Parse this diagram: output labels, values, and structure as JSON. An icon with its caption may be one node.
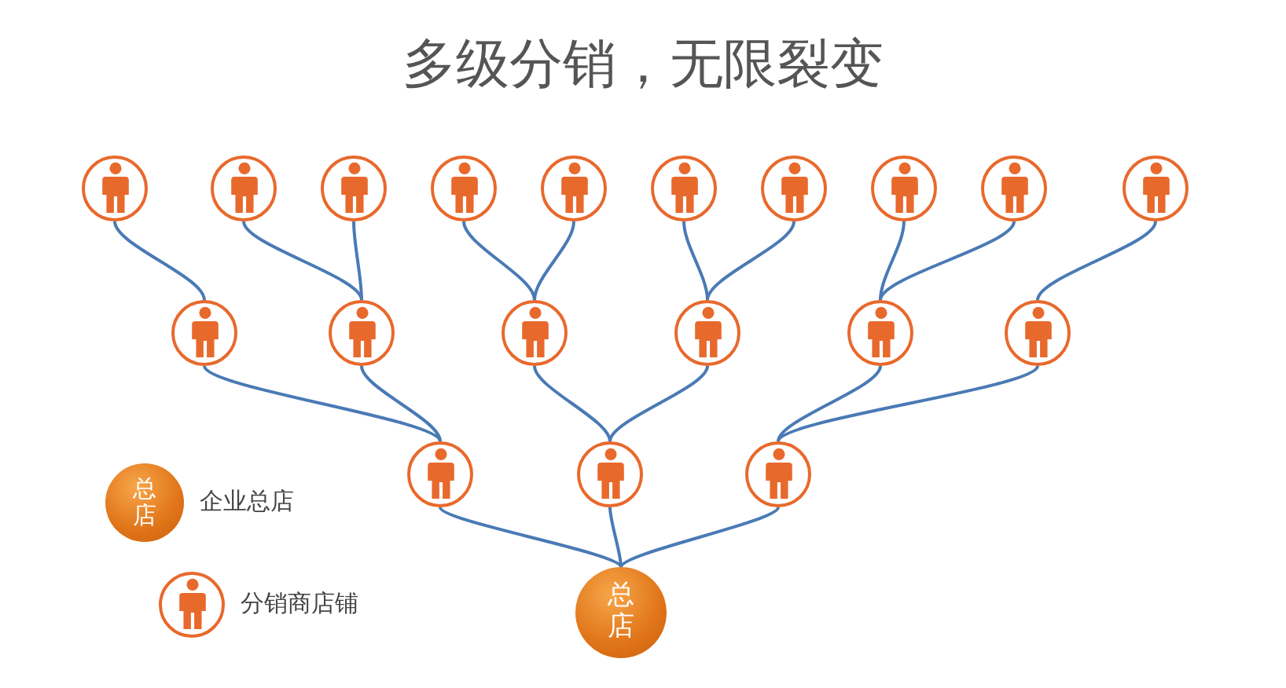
{
  "diagram": {
    "title": "多级分销，无限裂变",
    "nodes": [
      {
        "text": [
          "总店"
        ]
      },
      {
        "text": [],
        "shape": "person"
      },
      {
        "text": [],
        "shape": "person"
      },
      {
        "text": [],
        "shape": "person"
      },
      {
        "text": [],
        "shape": "person"
      },
      {
        "text": [],
        "shape": "person"
      },
      {
        "text": [],
        "shape": "person"
      },
      {
        "text": [],
        "shape": "person"
      },
      {
        "text": [],
        "shape": "person"
      },
      {
        "text": [],
        "shape": "person"
      },
      {
        "text": [],
        "shape": "person"
      },
      {
        "text": [],
        "shape": "person"
      },
      {
        "text": [],
        "shape": "person"
      },
      {
        "text": [],
        "shape": "person"
      },
      {
        "text": [],
        "shape": "person"
      },
      {
        "text": [],
        "shape": "person"
      },
      {
        "text": [],
        "shape": "person"
      },
      {
        "text": [],
        "shape": "person"
      },
      {
        "text": [],
        "shape": "person"
      },
      {
        "text": [],
        "shape": "person"
      }
    ],
    "edges": [
      {
        "from": 0,
        "to": 1,
        "arrow": "none"
      },
      {
        "from": 0,
        "to": 2,
        "arrow": "none"
      },
      {
        "from": 0,
        "to": 3,
        "arrow": "none"
      },
      {
        "from": 1,
        "to": 4,
        "arrow": "none"
      },
      {
        "from": 1,
        "to": 5,
        "arrow": "none"
      },
      {
        "from": 2,
        "to": 6,
        "arrow": "none"
      },
      {
        "from": 2,
        "to": 7,
        "arrow": "none"
      },
      {
        "from": 3,
        "to": 8,
        "arrow": "none"
      },
      {
        "from": 3,
        "to": 9,
        "arrow": "none"
      },
      {
        "from": 4,
        "to": 10,
        "arrow": "none"
      },
      {
        "from": 5,
        "to": 11,
        "arrow": "none"
      },
      {
        "from": 5,
        "to": 12,
        "arrow": "none"
      },
      {
        "from": 6,
        "to": 13,
        "arrow": "none"
      },
      {
        "from": 6,
        "to": 14,
        "arrow": "none"
      },
      {
        "from": 7,
        "to": 15,
        "arrow": "none"
      },
      {
        "from": 7,
        "to": 16,
        "arrow": "none"
      },
      {
        "from": 8,
        "to": 17,
        "arrow": "none"
      },
      {
        "from": 8,
        "to": 18,
        "arrow": "none"
      },
      {
        "from": 9,
        "to": 19,
        "arrow": "none"
      }
    ],
    "labels": [
      "总店"
    ],
    "legend": [
      {
        "text": "企业总店"
      },
      {
        "text": "分销商店铺"
      }
    ]
  }
}
